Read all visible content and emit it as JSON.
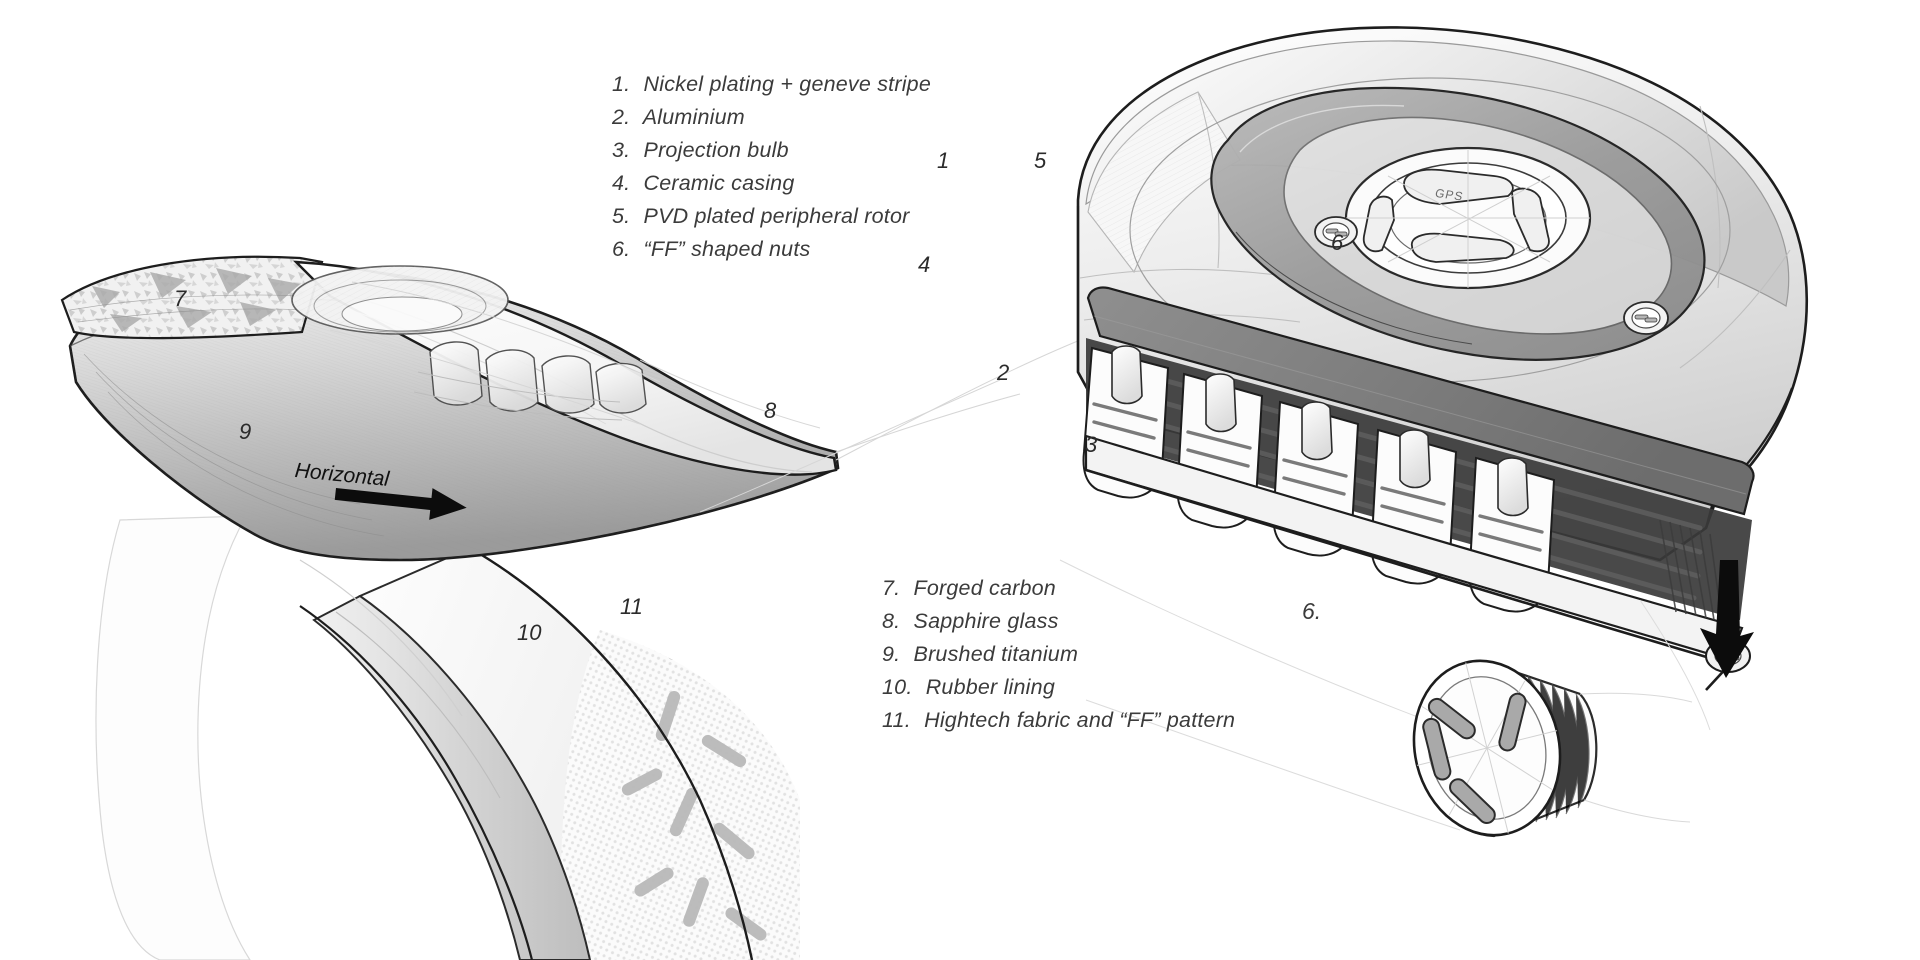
{
  "figure": {
    "title": "Exploded technical illustration of a smartwatch module",
    "background": "#ffffff",
    "ink": "#2b2b2b"
  },
  "legend_top": {
    "items": [
      {
        "num": "1.",
        "label": "Nickel plating + geneve stripe"
      },
      {
        "num": "2.",
        "label": "Aluminium"
      },
      {
        "num": "3.",
        "label": "Projection bulb"
      },
      {
        "num": "4.",
        "label": "Ceramic casing"
      },
      {
        "num": "5.",
        "label": "PVD plated peripheral rotor"
      },
      {
        "num": "6.",
        "label": "“FF” shaped nuts"
      }
    ]
  },
  "legend_bottom": {
    "items": [
      {
        "num": "7.",
        "label": "Forged carbon"
      },
      {
        "num": "8.",
        "label": "Sapphire glass"
      },
      {
        "num": "9.",
        "label": "Brushed titanium"
      },
      {
        "num": "10.",
        "label": "Rubber lining"
      },
      {
        "num": "11.",
        "label": "Hightech fabric and “FF” pattern"
      }
    ]
  },
  "callouts": {
    "left_view": [
      {
        "id": "7",
        "text": "7"
      },
      {
        "id": "8",
        "text": "8"
      },
      {
        "id": "9",
        "text": "9"
      },
      {
        "id": "10",
        "text": "10"
      },
      {
        "id": "11",
        "text": "11"
      }
    ],
    "right_view": [
      {
        "id": "1",
        "text": "1"
      },
      {
        "id": "5",
        "text": "5"
      },
      {
        "id": "6",
        "text": "6"
      },
      {
        "id": "4",
        "text": "4"
      },
      {
        "id": "2",
        "text": "2"
      },
      {
        "id": "3",
        "text": "3"
      }
    ],
    "detail": {
      "text": "6."
    }
  },
  "annotations": {
    "direction_label": "Horizontal",
    "engraving": "GPS"
  }
}
